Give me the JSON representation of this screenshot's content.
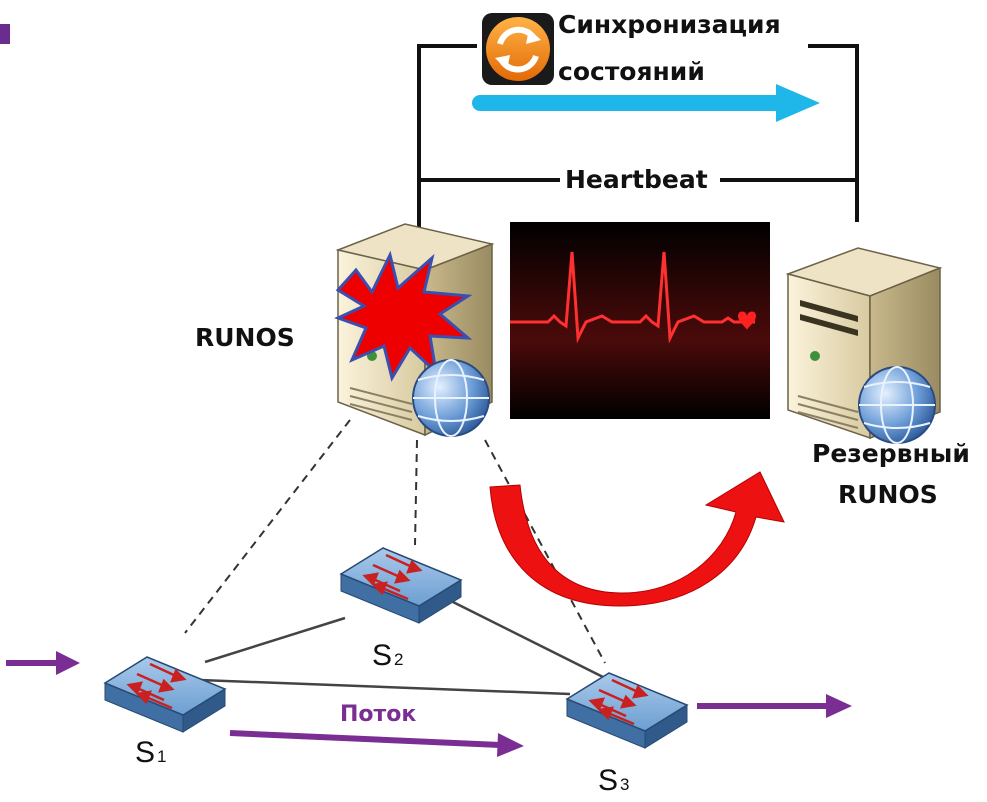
{
  "labels": {
    "sync_line1": "Синхронизация",
    "sync_line2": "состояний",
    "heartbeat": "Heartbeat",
    "primary_controller": "RUNOS",
    "backup_line1": "Резервный",
    "backup_line2": "RUNOS",
    "flow": "Поток",
    "switches": [
      {
        "main": "S",
        "sub": "1"
      },
      {
        "main": "S",
        "sub": "2"
      },
      {
        "main": "S",
        "sub": "3"
      }
    ]
  },
  "colors": {
    "sync_arrow": "#1fb6ea",
    "flow_arrow": "#7a2e94",
    "failover_arrow": "#ee1111",
    "failure_burst": "#ee0000",
    "accent_bar": "#6a2c8e",
    "switch_body": "#5c8fc4",
    "monitor_trace": "#ff3030"
  },
  "icons": {
    "sync": "sync-icon",
    "heartbeat_monitor": "heartbeat-monitor-icon",
    "globe": "globe-icon",
    "failure": "explosion-icon"
  }
}
